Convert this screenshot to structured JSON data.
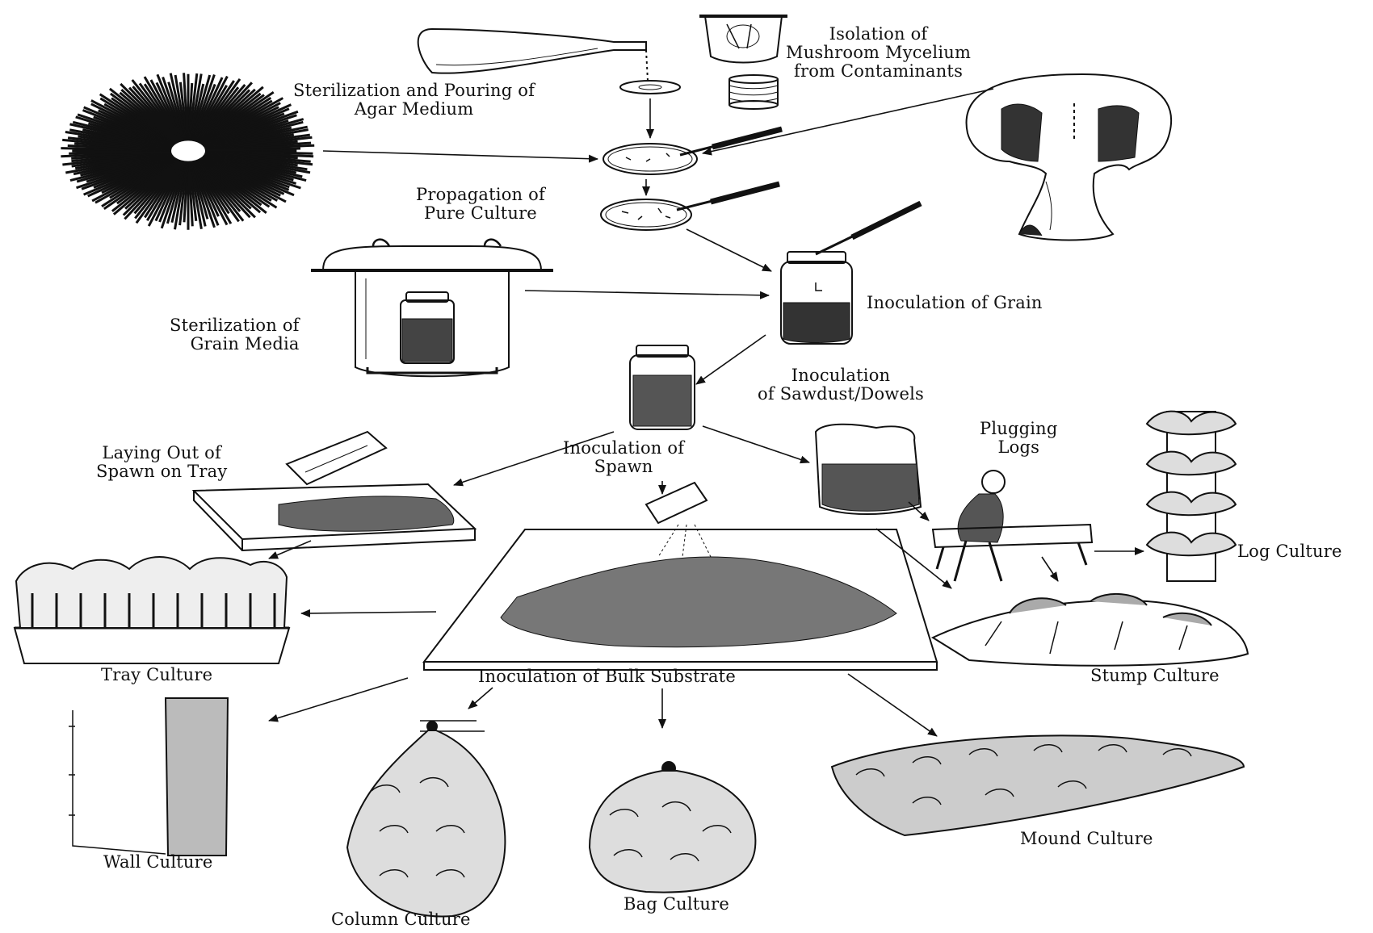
{
  "labels": {
    "sterilization_agar": [
      "Sterilization and Pouring of",
      "Agar Medium"
    ],
    "isolation": [
      "Isolation of",
      "Mushroom Mycelium",
      "from Contaminants"
    ],
    "propagation": [
      "Propagation of",
      "Pure Culture"
    ],
    "sterilization_grain": [
      "Sterilization of",
      "Grain Media"
    ],
    "inoculation_grain": "Inoculation of Grain",
    "inoculation_sawdust": [
      "Inoculation",
      "of Sawdust/Dowels"
    ],
    "laying_out": [
      "Laying Out of",
      "Spawn on Tray"
    ],
    "inoculation_spawn": [
      "Inoculation of",
      "Spawn"
    ],
    "plugging_logs": [
      "Plugging",
      "Logs"
    ],
    "log_culture": "Log Culture",
    "tray_culture": "Tray Culture",
    "bulk_substrate": "Inoculation of Bulk Substrate",
    "stump_culture": "Stump Culture",
    "wall_culture": "Wall Culture",
    "column_culture": "Column Culture",
    "bag_culture": "Bag Culture",
    "mound_culture": "Mound Culture"
  },
  "colors": {
    "ink": "#111111",
    "background": "#ffffff"
  },
  "icons": [
    "spore-print-icon",
    "flask-icon",
    "pressure-vessel-icon",
    "petri-dish-stack-icon",
    "mushroom-cross-section-icon",
    "petri-dish-icon",
    "scalpel-icon",
    "pressure-cooker-icon",
    "grain-jar-icon",
    "sawdust-jar-icon",
    "spawn-bag-icon",
    "tray-icon",
    "bulk-substrate-bed-icon",
    "log-worker-icon",
    "log-culture-icon",
    "stump-icon",
    "wall-culture-icon",
    "column-culture-icon",
    "bag-culture-icon",
    "mound-culture-icon"
  ]
}
